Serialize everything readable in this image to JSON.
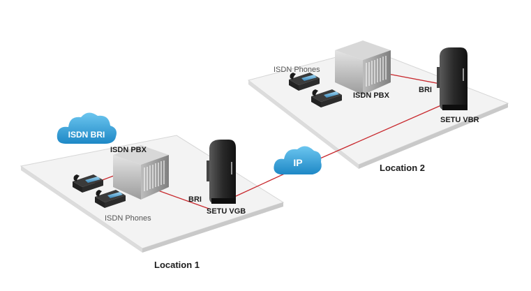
{
  "location1": {
    "name": "Location 1",
    "cloud_label": "ISDN BRI",
    "pbx_label": "ISDN PBX",
    "phones_label": "ISDN Phones",
    "link_label": "BRI",
    "gateway_label": "SETU VGB"
  },
  "location2": {
    "name": "Location 2",
    "phones_label": "ISDN Phones",
    "pbx_label": "ISDN PBX",
    "link_label": "BRI",
    "gateway_label": "SETU VBR"
  },
  "network": {
    "cloud_label": "IP"
  },
  "colors": {
    "link": "#c8282d",
    "cloud": "#2d9fd6",
    "platform": "#f3f3f3"
  }
}
